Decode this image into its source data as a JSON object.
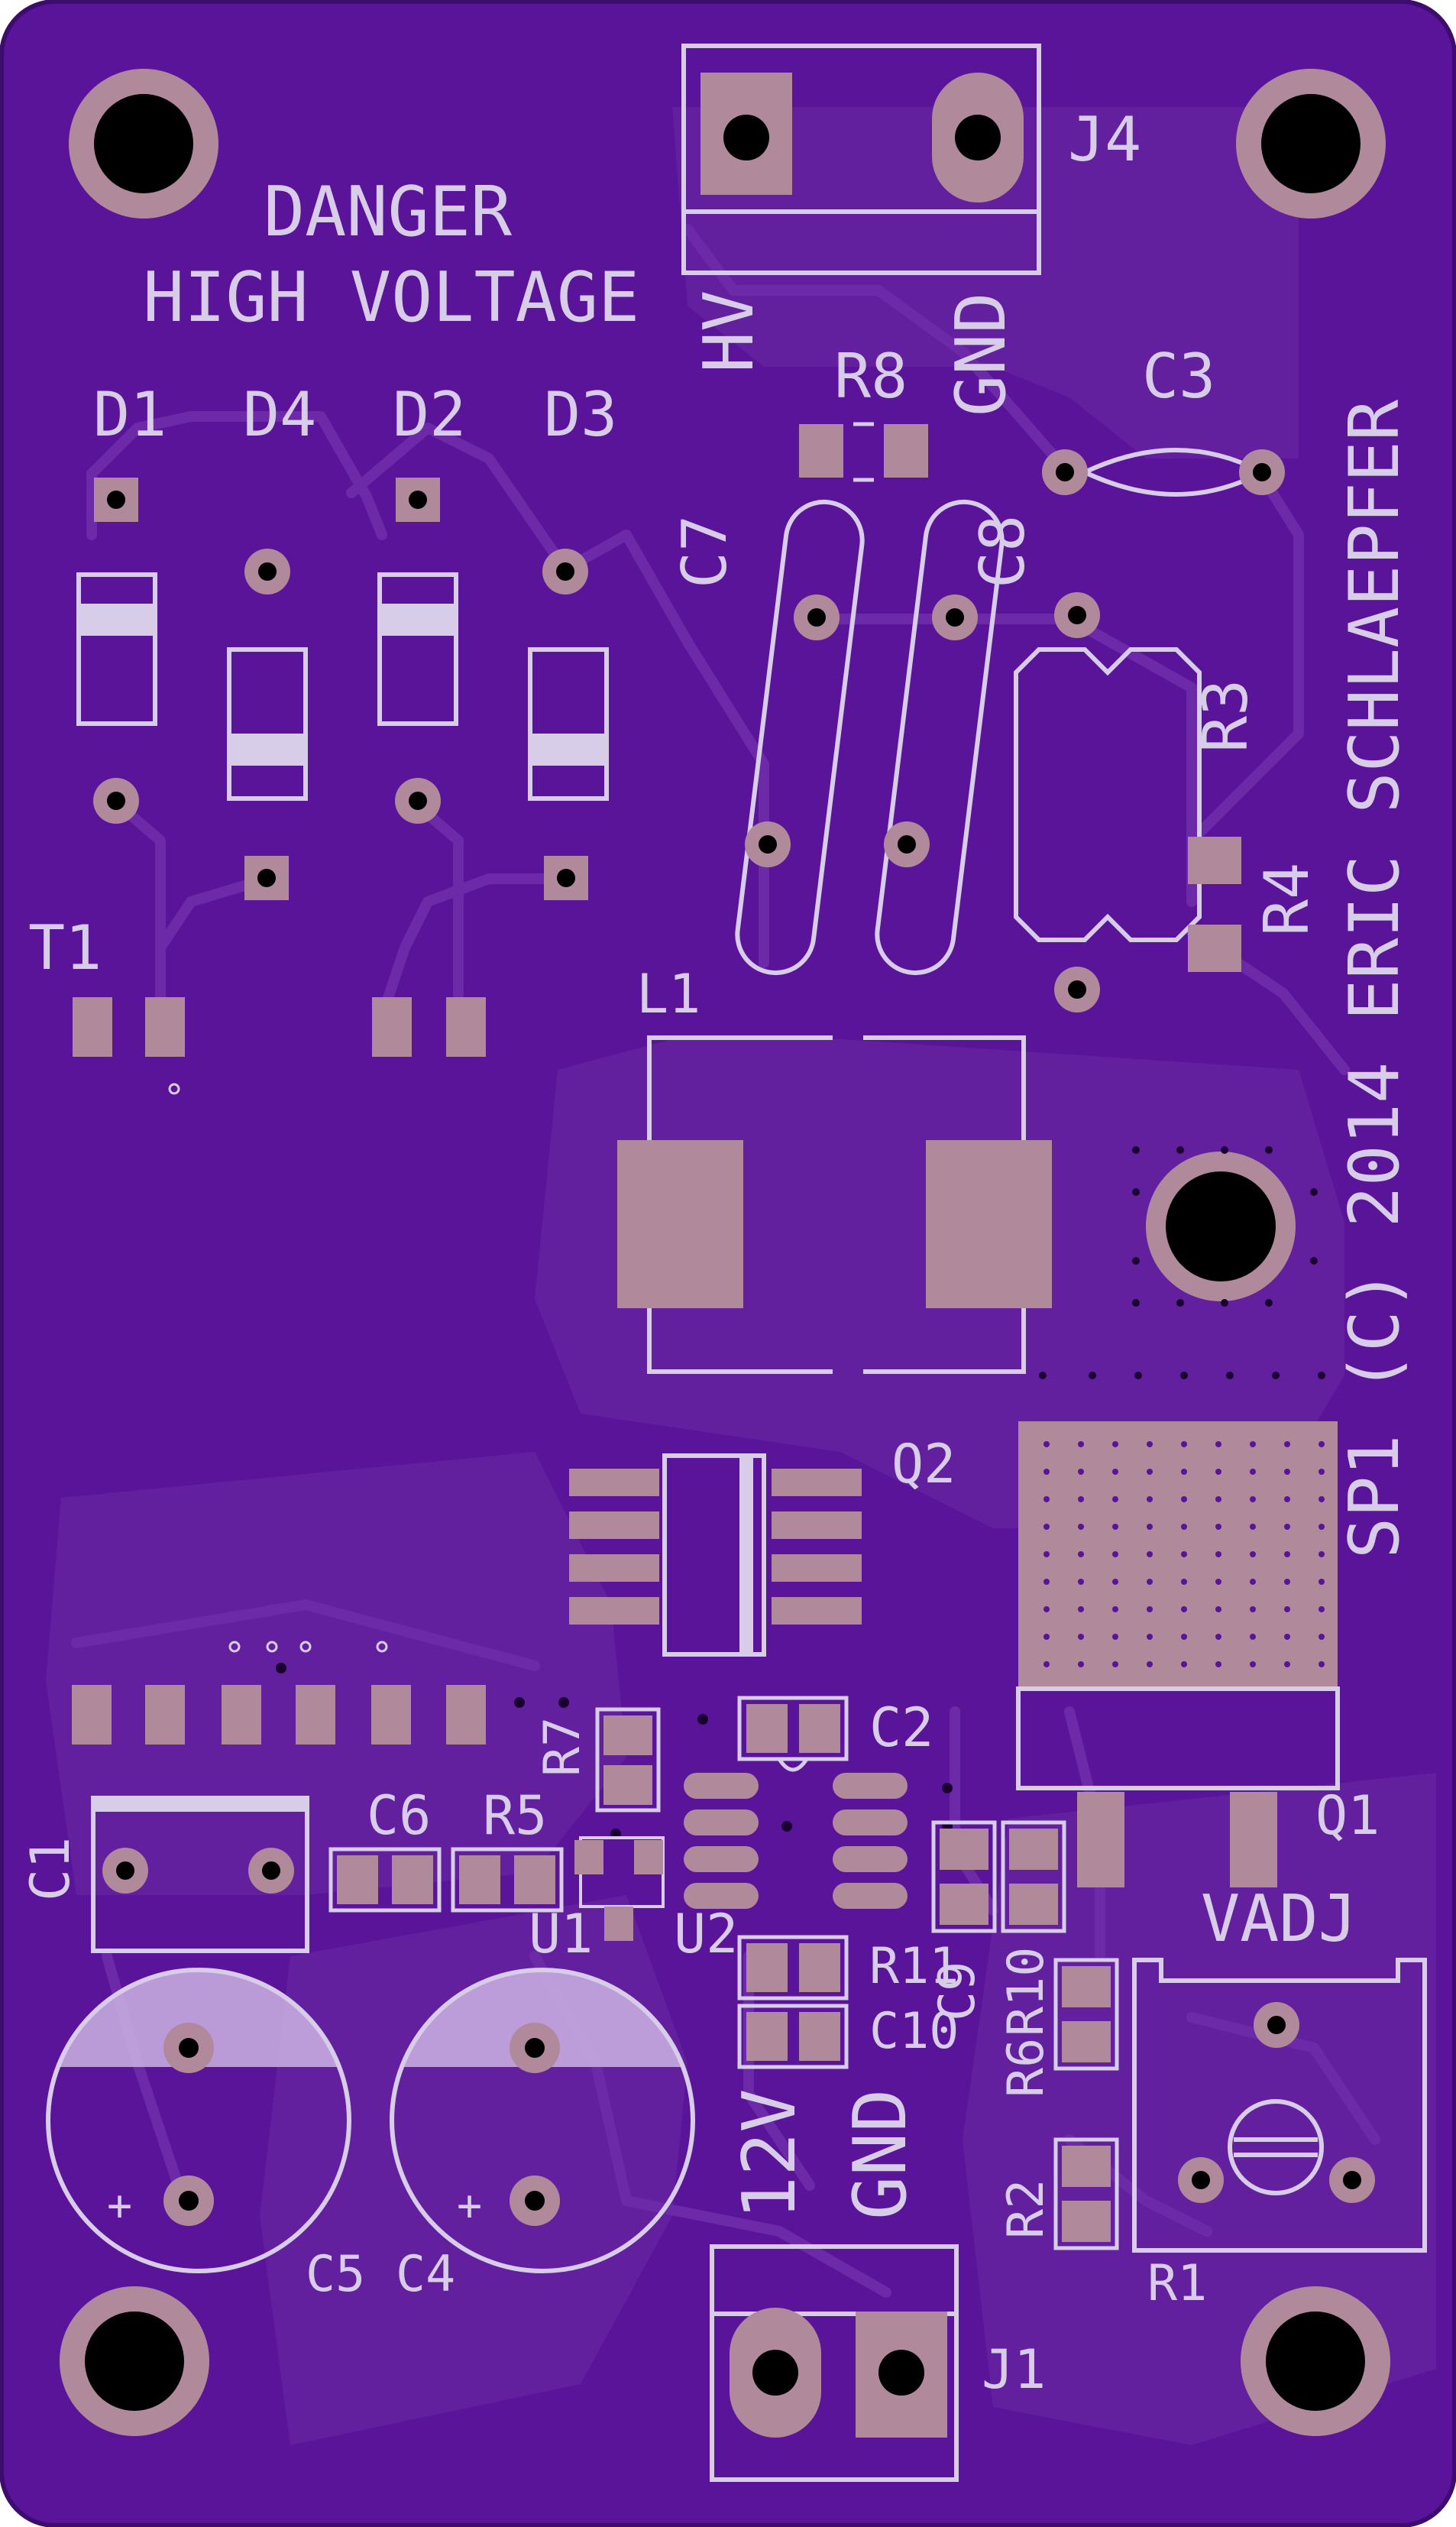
{
  "colors": {
    "board": "#5a1499",
    "board_edge": "#3d0c6e",
    "copper_pour": "#63209e",
    "trace": "#6d2aa8",
    "pad": "#b08a9a",
    "hole": "#000000",
    "silk": "#d8cde8"
  },
  "warning": {
    "line1": "DANGER",
    "line2": "HIGH VOLTAGE"
  },
  "credit": "SP1 (C) 2014 ERIC SCHLAEPFER",
  "connector_labels": {
    "hv": "HV",
    "gnd_top": "GND",
    "v12": "12V",
    "gnd_bottom": "GND",
    "vadj": "VADJ"
  },
  "refdes": {
    "j4": "J4",
    "j1": "J1",
    "d1": "D1",
    "d4": "D4",
    "d2": "D2",
    "d3": "D3",
    "r8": "R8",
    "c3": "C3",
    "c7": "C7",
    "c8": "C8",
    "r3": "R3",
    "r4": "R4",
    "t1": "T1",
    "l1": "L1",
    "q2": "Q2",
    "q1": "Q1",
    "c2": "C2",
    "r7": "R7",
    "c1": "C1",
    "c6": "C6",
    "r5": "R5",
    "u1": "U1",
    "u2": "U2",
    "r11": "R11",
    "c9": "C9",
    "r10": "R10",
    "c10": "C10",
    "r6": "R6",
    "r2": "R2",
    "r1": "R1",
    "c5": "C5",
    "c4": "C4"
  },
  "polarity_marks": {
    "c5": "+",
    "c4": "+"
  }
}
